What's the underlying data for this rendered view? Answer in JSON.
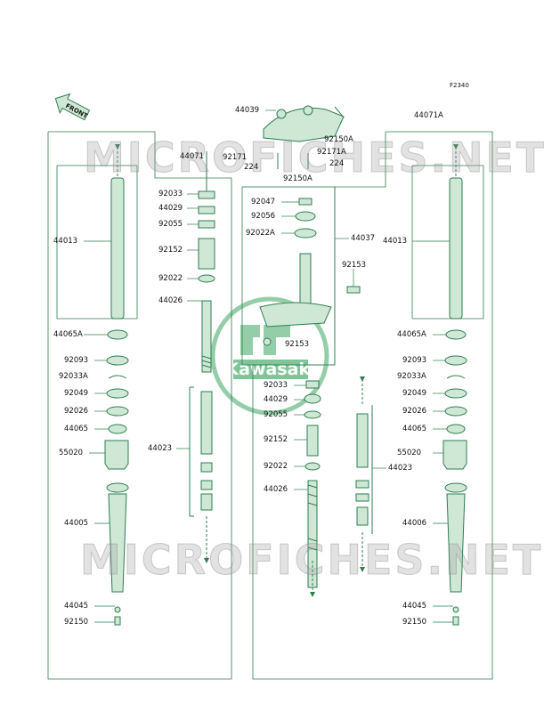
{
  "diagram_ref": "F2340",
  "front_label": "FRONT",
  "watermark_text": "MICROFICHES.NET",
  "logo_text": "Kawasaki",
  "colors": {
    "line": "#2e7d4f",
    "part_fill": "#cfe8d6",
    "logo": "#3aa660",
    "text": "#111111"
  },
  "labels": {
    "p44039": "44039",
    "p92150A_top": "92150A",
    "p92171": "92171",
    "p92171A": "92171A",
    "p224_left": "224",
    "p224_right": "224",
    "p92150A_bottom": "92150A",
    "p44071": "44071",
    "p44071A": "44071A",
    "left_44013": "44013",
    "left_44065A": "44065A",
    "left_92093": "92093",
    "left_92033A": "92033A",
    "left_92049": "92049",
    "left_92026": "92026",
    "left_44065": "44065",
    "left_55020": "55020",
    "left_44005": "44005",
    "left_44045": "44045",
    "left_92150": "92150",
    "mid_92033": "92033",
    "mid_44029": "44029",
    "mid_92055": "92055",
    "mid_92152": "92152",
    "mid_92022": "92022",
    "mid_44026": "44026",
    "mid_44023": "44023",
    "c_92047": "92047",
    "c_92056": "92056",
    "c_92022A": "92022A",
    "c_44037": "44037",
    "c_92153_a": "92153",
    "c_92153_b": "92153",
    "c_92033": "92033",
    "c_44029": "44029",
    "c_92055": "92055",
    "c_92152": "92152",
    "c_92022": "92022",
    "c_44026": "44026",
    "c_44023": "44023",
    "r_44013": "44013",
    "r_44065A": "44065A",
    "r_92093": "92093",
    "r_92033A": "92033A",
    "r_92049": "92049",
    "r_92026": "92026",
    "r_44065": "44065",
    "r_55020": "55020",
    "r_44006": "44006",
    "r_44045": "44045",
    "r_92150": "92150"
  }
}
